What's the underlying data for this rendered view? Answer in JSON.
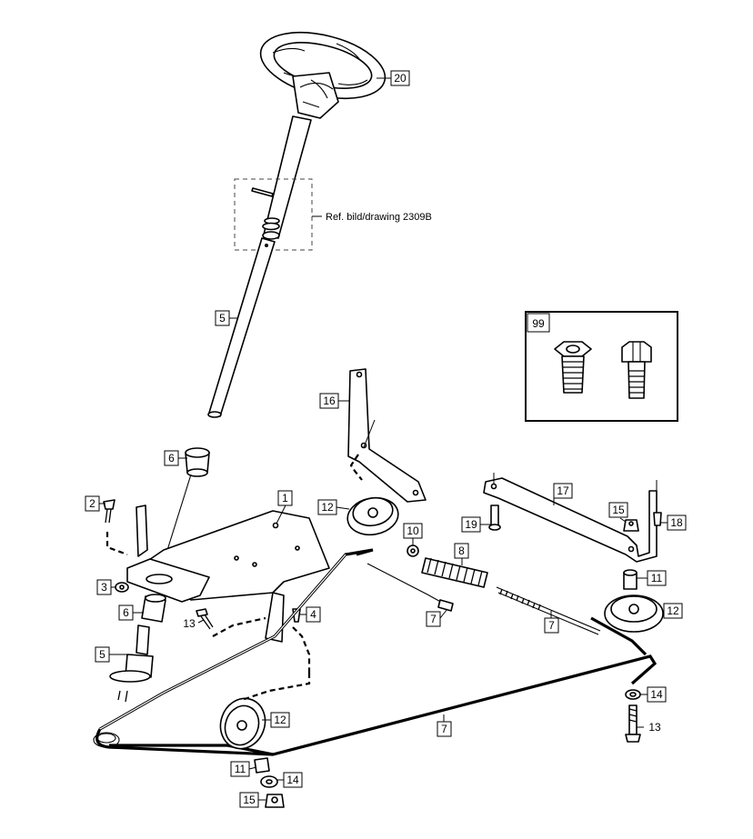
{
  "reference_note": "Ref. bild/drawing 2309B",
  "kit_label": "99",
  "labels": {
    "steering_wheel": "20",
    "steering_shaft_upper": "5",
    "steering_shaft_lower": "5",
    "bushing_upper": "6",
    "bushing_lower": "6",
    "plate": "1",
    "bolt_top_left": "2",
    "nut_left": "3",
    "screw_plate": "4",
    "bolt_13_left": "13",
    "bolt_13_right": "13",
    "bracket_16": "16",
    "arm_17": "17",
    "pulley_top": "12",
    "pulley_right": "12",
    "pulley_bottom": "12",
    "nut_10": "10",
    "spring_8": "8",
    "rod_7_left": "7",
    "rod_7_right": "7",
    "cable_7": "7",
    "nut_15_right": "15",
    "nut_15_bottom": "15",
    "bolt_19": "19",
    "bolt_18": "18",
    "spacer_11_right": "11",
    "spacer_11_bottom": "11",
    "washer_14_right": "14",
    "washer_14_bottom": "14"
  }
}
